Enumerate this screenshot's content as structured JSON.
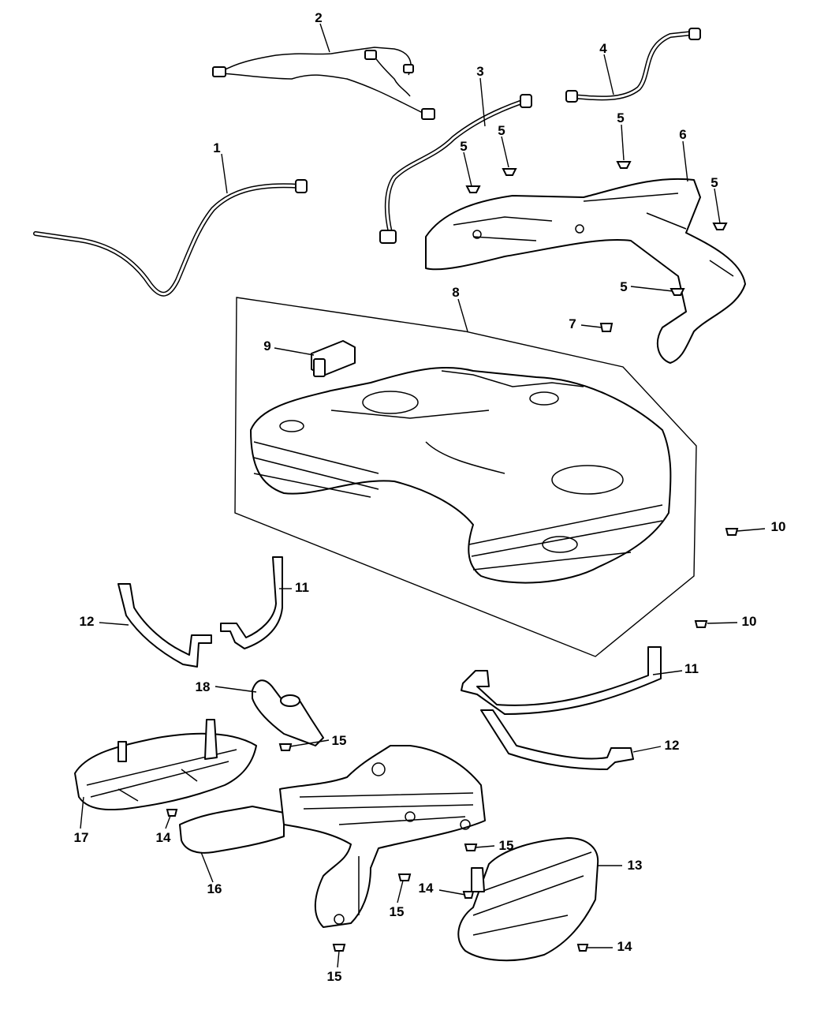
{
  "callouts": {
    "c1": "1",
    "c2": "2",
    "c3": "3",
    "c4": "4",
    "c5a": "5",
    "c5b": "5",
    "c5c": "5",
    "c5d": "5",
    "c5e": "5",
    "c6": "6",
    "c7": "7",
    "c8": "8",
    "c9": "9",
    "c10a": "10",
    "c10b": "10",
    "c11a": "11",
    "c11b": "11",
    "c12a": "12",
    "c12b": "12",
    "c13": "13",
    "c14a": "14",
    "c14b": "14",
    "c14c": "14",
    "c15a": "15",
    "c15b": "15",
    "c15c": "15",
    "c15d": "15",
    "c16": "16",
    "c17": "17",
    "c18": "18"
  }
}
